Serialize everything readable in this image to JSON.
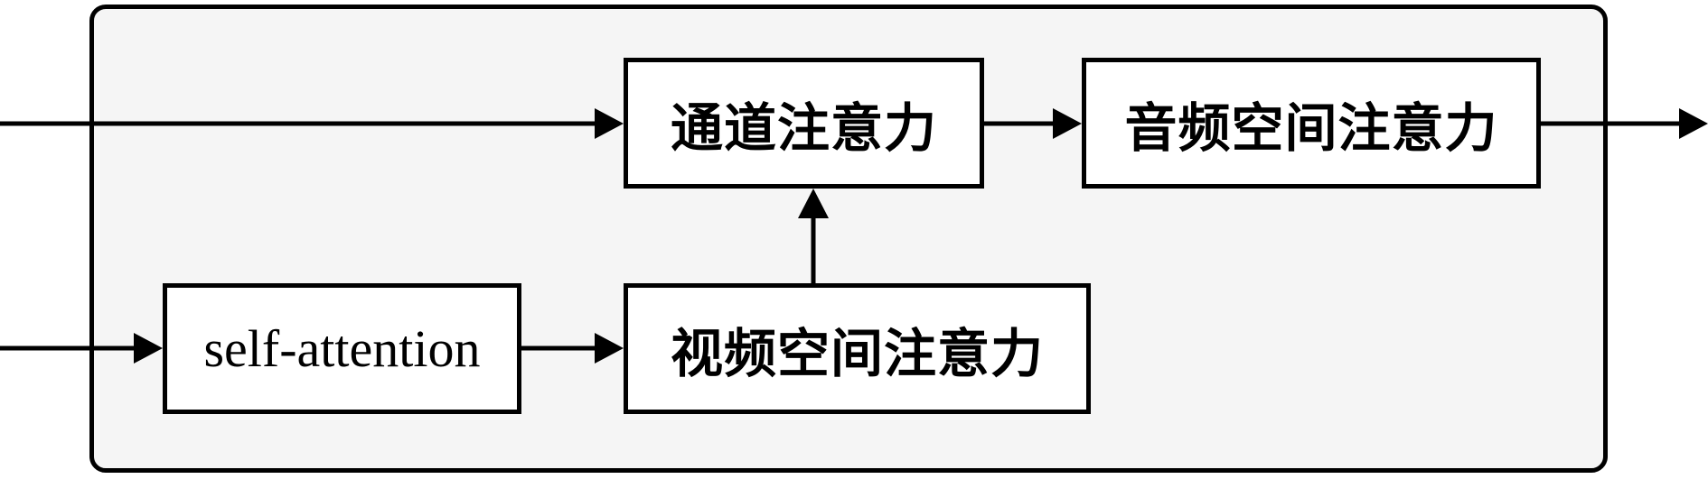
{
  "diagram": {
    "nodes": {
      "channel_attention": "通道注意力",
      "audio_spatial_attention": "音频空间注意力",
      "self_attention": "self-attention",
      "visual_spatial_attention": "视频空间注意力"
    },
    "edges": [
      {
        "from": "input-top",
        "to": "channel_attention"
      },
      {
        "from": "channel_attention",
        "to": "audio_spatial_attention"
      },
      {
        "from": "audio_spatial_attention",
        "to": "output"
      },
      {
        "from": "input-bottom",
        "to": "self_attention"
      },
      {
        "from": "self_attention",
        "to": "visual_spatial_attention"
      },
      {
        "from": "visual_spatial_attention",
        "to": "channel_attention"
      }
    ],
    "colors": {
      "stroke": "#000000",
      "container_fill": "#f5f5f5",
      "box_fill": "#ffffff"
    }
  }
}
